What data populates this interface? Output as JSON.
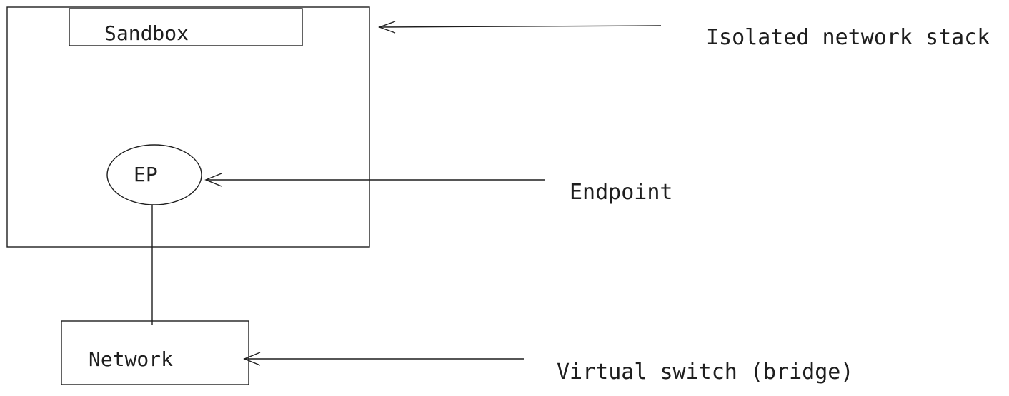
{
  "diagram": {
    "nodes": {
      "sandbox": {
        "label": "Sandbox"
      },
      "endpoint": {
        "label": "EP"
      },
      "network": {
        "label": "Network"
      }
    },
    "annotations": {
      "isolated_stack": "Isolated network stack",
      "endpoint": "Endpoint",
      "virtual_switch": "Virtual switch (bridge)"
    },
    "colors": {
      "stroke": "#1e1e1e",
      "background": "#ffffff"
    }
  }
}
